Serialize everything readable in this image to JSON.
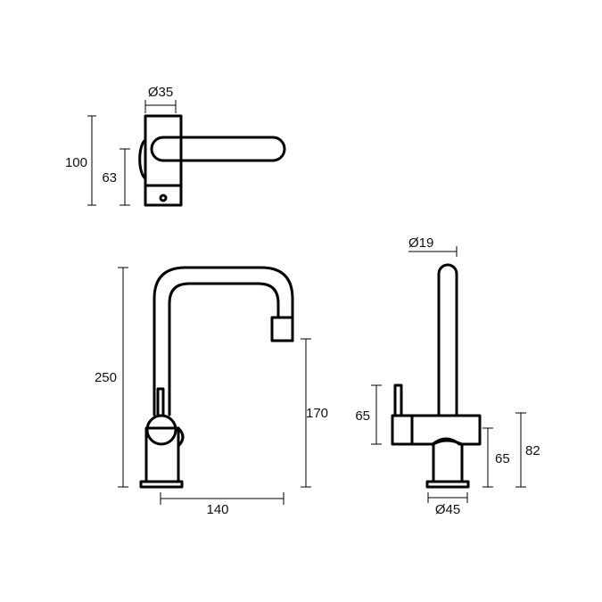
{
  "dimensions": {
    "top_diameter": "Ø35",
    "top_height_total": "100",
    "top_height_body": "63",
    "front_height": "250",
    "front_spout_height": "170",
    "front_reach": "140",
    "side_spout_diameter": "Ø19",
    "side_lever_height": "65",
    "side_body_height": "65",
    "side_total_height": "82",
    "side_base_diameter": "Ø45"
  },
  "colors": {
    "line": "#000000",
    "background": "#ffffff"
  }
}
